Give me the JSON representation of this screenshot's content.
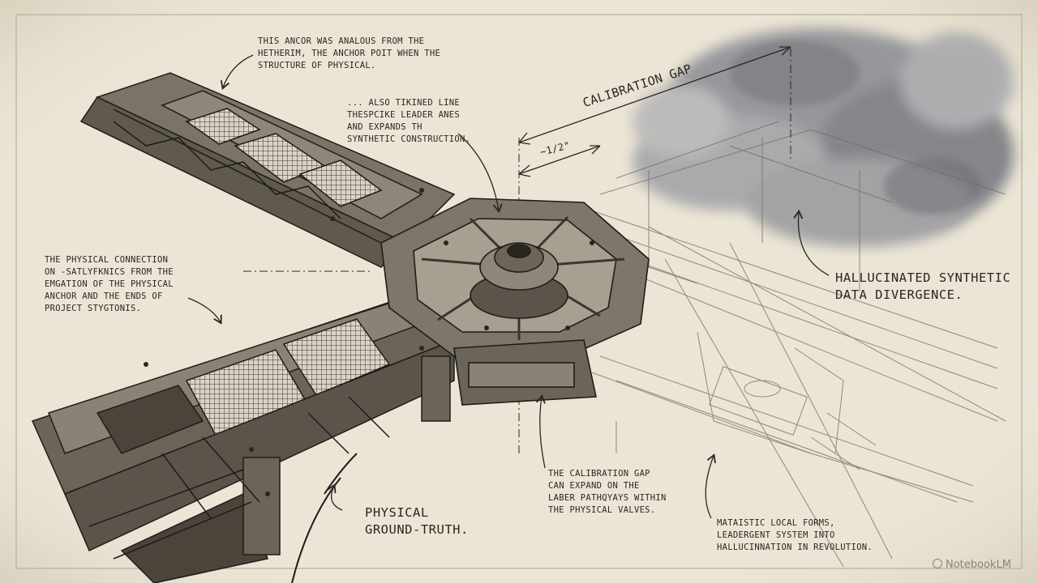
{
  "labels": {
    "anchor_note": [
      "This ancor was analous from the",
      "hetherim, the anchor poit when the",
      "structure of physical."
    ],
    "leader_note": [
      "... also tikined line",
      "thespcike leader anes",
      "and expands th",
      "synthetic construction."
    ],
    "connection_note": [
      "The physical connection",
      "on -satlyfknics from the",
      "emgation of the physical",
      "anchor and the ends of",
      "project stygtonis."
    ],
    "calibration_gap": "Calibration gap",
    "half_dimension": "~1/2\"",
    "hallucinated": [
      "Hallucinated synthetic",
      "data divergence."
    ],
    "physical_ground_truth": [
      "Physical",
      "ground-truth."
    ],
    "calibration_note": [
      "The calibration gap",
      "can expand on the",
      "laber pathqyays within",
      "the physical valves."
    ],
    "system_note": [
      "mataistic local forms,",
      "leadergent system into",
      "hallucinnation in revolution."
    ]
  },
  "watermark": "NotebookLM",
  "colors": {
    "paper": "#ece5d6",
    "ink": "#2a2620",
    "wood": "#6b6458",
    "cloud": "#7d7f86"
  }
}
